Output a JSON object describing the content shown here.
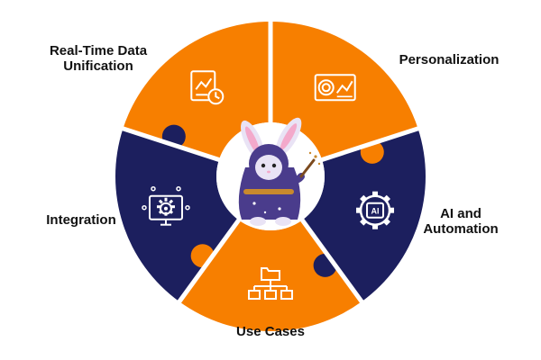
{
  "colors": {
    "orange": "#F77F00",
    "navy": "#1C1F5E",
    "gap": "#FFFFFF",
    "icon_stroke": "#FFFFFF",
    "mascot_robe": "#4A3C8C",
    "mascot_fur": "#E9E3F5",
    "mascot_ear_inner": "#F3A9CB",
    "mascot_belt": "#C8892D"
  },
  "segments": [
    {
      "id": "real-time-data-unification",
      "label_lines": [
        "Real-Time Data",
        "Unification"
      ],
      "color_key": "orange",
      "icon": "chart-clock-icon"
    },
    {
      "id": "personalization",
      "label_lines": [
        "Personalization"
      ],
      "color_key": "orange",
      "icon": "target-chart-icon"
    },
    {
      "id": "ai-and-automation",
      "label_lines": [
        "AI and",
        "Automation"
      ],
      "color_key": "navy",
      "icon": "ai-gear-chip-icon"
    },
    {
      "id": "use-cases",
      "label_lines": [
        "Use Cases"
      ],
      "color_key": "orange",
      "icon": "folder-hierarchy-icon"
    },
    {
      "id": "integration",
      "label_lines": [
        "Integration"
      ],
      "color_key": "navy",
      "icon": "monitor-gear-icon"
    }
  ],
  "center": {
    "icon": "bunny-wizard-mascot-icon"
  }
}
